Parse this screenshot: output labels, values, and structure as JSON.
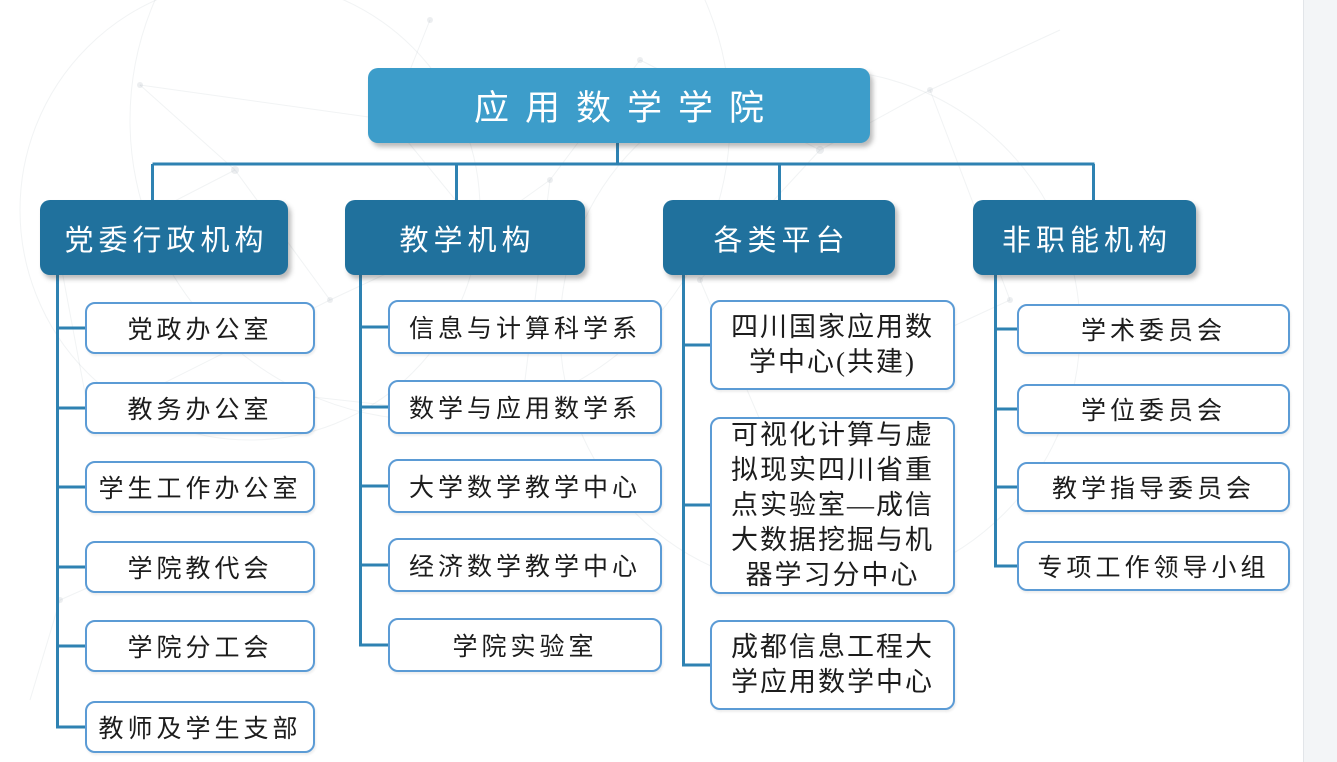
{
  "org_chart": {
    "root": {
      "label": "应用数学学院"
    },
    "branches": [
      {
        "label": "党委行政机构",
        "children": [
          "党政办公室",
          "教务办公室",
          "学生工作办公室",
          "学院教代会",
          "学院分工会",
          "教师及学生支部"
        ]
      },
      {
        "label": "教学机构",
        "children": [
          "信息与计算科学系",
          "数学与应用数学系",
          "大学数学教学中心",
          "经济数学教学中心",
          "学院实验室"
        ]
      },
      {
        "label": "各类平台",
        "children": [
          "四川国家应用数学中心(共建)",
          "可视化计算与虚拟现实四川省重点实验室—成信大数据挖掘与机器学习分中心",
          "成都信息工程大学应用数学中心"
        ]
      },
      {
        "label": "非职能机构",
        "children": [
          "学术委员会",
          "学位委员会",
          "教学指导委员会",
          "专项工作领导小组"
        ]
      }
    ]
  },
  "colors": {
    "root_fill": "#3d9dca",
    "branch_fill": "#20719d",
    "connector": "#2e82b2",
    "leaf_border": "#5b9bd5",
    "leaf_text": "#1c1c1c",
    "node_text": "#ffffff",
    "page_edge_strip": "#f3f5f7"
  }
}
